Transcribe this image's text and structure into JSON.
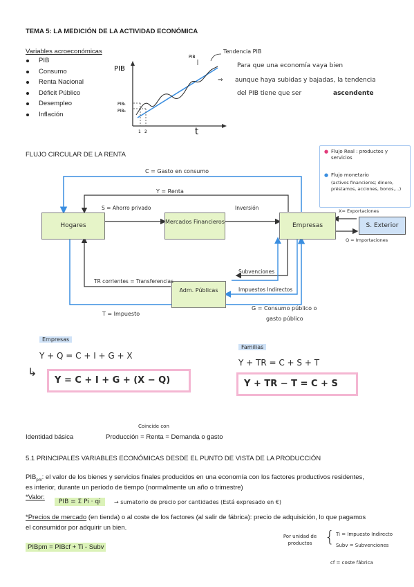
{
  "header": {
    "title": "TEMA 5: LA MEDICIÓN DE LA ACTIVIDAD ECONÓMICA"
  },
  "variables": {
    "heading": "Variables acroeconómicas",
    "items": [
      "PIB",
      "Consumo",
      "Renta Nacional",
      "Déficit Público",
      "Desempleo",
      "Inflación"
    ]
  },
  "pib_graph": {
    "y_label": "PIB",
    "x_label": "t",
    "pib_tag": "PIB",
    "trend_tag": "Tendencia PIB",
    "pib1": "PIB₁",
    "pib2": "PIB₂",
    "t1": "1",
    "t2": "2"
  },
  "note": {
    "line1": "Para que una economía vaya bien",
    "line2": "aunque haya subidas y bajadas, la tendencia",
    "line3": "del PIB tiene que ser",
    "emphasis": "ascendente"
  },
  "flujo": {
    "heading": "FLUJO CIRCULAR DE LA RENTA",
    "legend": {
      "real": "Flujo Real : productos y servicios",
      "monetario": "Flujo monetario",
      "monetario_detail": "(activos financieros; dinero, préstamos, acciones, bonos,...)"
    },
    "nodes": {
      "hogares": "Hogares",
      "mercados": "Mercados Financieros",
      "empresas": "Empresas",
      "exterior": "S. Exterior",
      "publicas": "Adm. Públicas"
    },
    "labels": {
      "c_gasto": "C = Gasto en consumo",
      "y_renta": "Y = Renta",
      "ahorro": "S = Ahorro privado",
      "inversion": "Inversión",
      "exportaciones": "X= Exportaciones",
      "importaciones": "Q = Importaciones",
      "subvenciones": "Subvenciones",
      "indirectos": "Impuestos Indirectos",
      "transferencias": "TR corrientes = Transferencias",
      "impuesto": "T = Impuesto",
      "consumo_publico": "G = Consumo público o",
      "gasto_publico": "gasto público"
    }
  },
  "equations": {
    "empresas_tag": "Empresas",
    "empresas_eq1": "Y + Q = C + I + G + X",
    "empresas_eq2": "Y = C + I + G + (X − Q)",
    "familias_tag": "Familias",
    "familias_eq1": "Y + TR = C + S + T",
    "familias_eq2": "Y + TR − T = C + S"
  },
  "identidad": {
    "label": "Identidad básica",
    "annotation": "Coincide con",
    "text": "Producción = Renta = Demanda o gasto"
  },
  "section": {
    "heading": "5.1 PRINCIPALES VARIABLES ECONÓMICAS DESDE EL PUNTO DE VISTA DE LA PRODUCCIÓN",
    "pib_pm_tag": "PIB",
    "pib_pm_sub": "pm",
    "pib_pm_text": ": el valor de los bienes y servicios finales producidos en una economía con los factores productivos residentes,",
    "pib_pm_text2": "es interior, durante un período de tiempo (normalmente un año o trimestre)",
    "valor_label": "*Valor:",
    "valor_formula": "PIB = Σ Pi · qi",
    "valor_note": "→ sumatorio de precio por cantidades (Está expresado en €)",
    "precios_label": "*Precios de mercado",
    "precios_text": " (en tienda) o al coste de los factores (al salir de fábrica): precio de adquisición, lo que pagamos",
    "precios_text2": "el consumidor por adquirir un bien.",
    "final_formula": "PIBpm = PIBcf + Ti - Subv",
    "side_note_label": "Por unidad de productos",
    "side_ti": "Ti = Impuesto Indirecto",
    "side_subv": "Subv = Subvenciones",
    "side_cf": "cf = coste fábrica"
  },
  "colors": {
    "green": "#dbf2b8",
    "pink": "#f4b6d2",
    "blue_line": "#3a8ee0",
    "legend_border": "#9fc3ef"
  }
}
